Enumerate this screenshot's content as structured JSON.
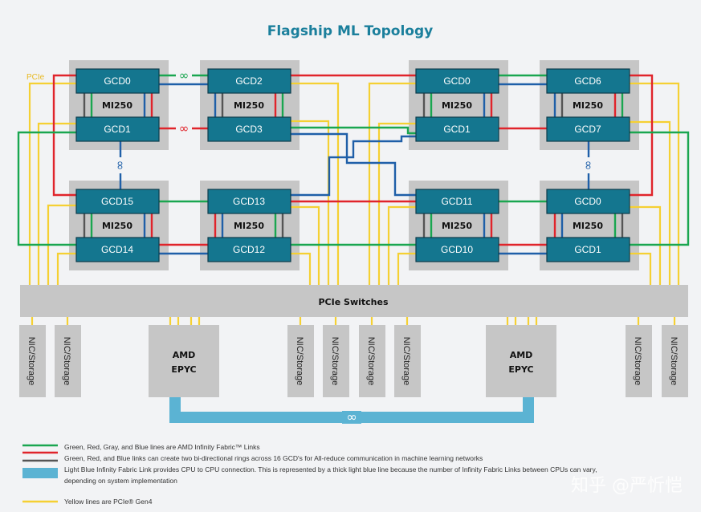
{
  "title": "Flagship ML Topology",
  "pcie_label": "PCIe",
  "modules": [
    {
      "label": "MI250",
      "top": "GCD0",
      "bottom": "GCD1"
    },
    {
      "label": "MI250",
      "top": "GCD2",
      "bottom": "GCD3"
    },
    {
      "label": "MI250",
      "top": "GCD0",
      "bottom": "GCD1"
    },
    {
      "label": "MI250",
      "top": "GCD6",
      "bottom": "GCD7"
    },
    {
      "label": "MI250",
      "top": "GCD15",
      "bottom": "GCD14"
    },
    {
      "label": "MI250",
      "top": "GCD13",
      "bottom": "GCD12"
    },
    {
      "label": "MI250",
      "top": "GCD11",
      "bottom": "GCD10"
    },
    {
      "label": "MI250",
      "top": "GCD0",
      "bottom": "GCD1"
    }
  ],
  "pcie_switches": "PCIe Switches",
  "nic": "NIC/Storage",
  "cpu": {
    "line1": "AMD",
    "line2": "EPYC"
  },
  "colors": {
    "green": "#1aa650",
    "red": "#e0242b",
    "blue": "#1f5fa8",
    "gray": "#555555",
    "light_blue": "#5bb3d3",
    "yellow": "#f5d033",
    "gcd": "#14768f",
    "title": "#1b7f9c"
  },
  "legend": [
    "Green, Red, Gray, and Blue lines are AMD Infinity Fabric™ Links",
    "Green, Red, and Blue links can create two bi-directional rings across 16 GCD's for All-reduce communication in machine learning networks",
    "Light Blue Infinity Fabric Link provides CPU to CPU connection. This is represented by a thick light blue line because the number of Infinity Fabric Links between CPUs can vary,",
    "depending on system implementation",
    "Yellow lines are PCIe® Gen4"
  ],
  "watermark": "知乎 @严忻恺"
}
